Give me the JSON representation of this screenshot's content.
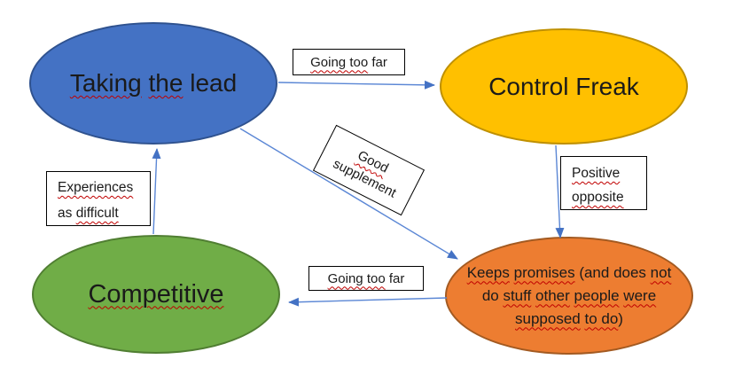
{
  "diagram": {
    "background": "#ffffff",
    "arrow_color": "#4472C4",
    "spellcheck_color": "#C00000",
    "label_box_fill": "#ffffff",
    "label_box_border": "#000000",
    "nodes": [
      {
        "id": "taking-the-lead",
        "label": "Taking the lead",
        "fill": "#4472C4",
        "border": "#2F528F",
        "segments": [
          {
            "t": "Taking",
            "sq": true
          },
          {
            "t": " "
          },
          {
            "t": "the",
            "sq": true
          },
          {
            "t": " lead"
          }
        ]
      },
      {
        "id": "control-freak",
        "label": "Control Freak",
        "fill": "#FFC000",
        "border": "#BF9000",
        "segments": [
          {
            "t": "Control Freak"
          }
        ]
      },
      {
        "id": "competitive",
        "label": "Competitive",
        "fill": "#70AD47",
        "border": "#507E32",
        "segments": [
          {
            "t": "Competitive",
            "sq": true
          }
        ]
      },
      {
        "id": "keeps-promises",
        "label": "Keeps promises (and does not do stuff other people were supposed to do)",
        "fill": "#ED7D31",
        "border": "#A35A21",
        "segments": [
          {
            "t": "Keeps",
            "sq": true
          },
          {
            "t": " "
          },
          {
            "t": "promises",
            "sq": true
          },
          {
            "t": " (and does "
          },
          {
            "t": "not",
            "sq": true
          },
          {
            "br": true
          },
          {
            "t": "do "
          },
          {
            "t": "stuff",
            "sq": true
          },
          {
            "t": " "
          },
          {
            "t": "other",
            "sq": true
          },
          {
            "t": " "
          },
          {
            "t": "people",
            "sq": true
          },
          {
            "t": " "
          },
          {
            "t": "were",
            "sq": true
          },
          {
            "br": true
          },
          {
            "t": "supposed",
            "sq": true
          },
          {
            "t": " "
          },
          {
            "t": "to do",
            "sq": true
          },
          {
            "t": ")"
          }
        ]
      }
    ],
    "edge_labels": [
      {
        "id": "going-too-far-top",
        "label": "Going too far",
        "segments": [
          {
            "t": "Going too",
            "sq": true
          },
          {
            "t": " far"
          }
        ]
      },
      {
        "id": "good-supplement",
        "label": "Good supplement",
        "segments": [
          {
            "t": "Good",
            "sq": true
          },
          {
            "br": true
          },
          {
            "t": "supplement"
          }
        ]
      },
      {
        "id": "positive-opposite",
        "label": "Positive opposite",
        "segments": [
          {
            "t": "Positive",
            "sq": true
          },
          {
            "br": true
          },
          {
            "t": "opposite",
            "sq": true
          }
        ]
      },
      {
        "id": "experiences-as-difficult",
        "label": "Experiences as difficult",
        "segments": [
          {
            "t": "Experiences",
            "sq": true
          },
          {
            "br": true
          },
          {
            "t": "as "
          },
          {
            "t": "difficult",
            "sq": true
          }
        ]
      },
      {
        "id": "going-too-far-bottom",
        "label": "Going too far",
        "segments": [
          {
            "t": "Going too",
            "sq": true
          },
          {
            "t": " far"
          }
        ]
      }
    ],
    "edges": [
      {
        "from": "taking-the-lead",
        "to": "control-freak",
        "label": "Going too far"
      },
      {
        "from": "taking-the-lead",
        "to": "keeps-promises",
        "label": "Good supplement"
      },
      {
        "from": "control-freak",
        "to": "keeps-promises",
        "label": "Positive opposite"
      },
      {
        "from": "keeps-promises",
        "to": "competitive",
        "label": "Going too far"
      },
      {
        "from": "competitive",
        "to": "taking-the-lead",
        "label": "Experiences as difficult"
      }
    ]
  }
}
